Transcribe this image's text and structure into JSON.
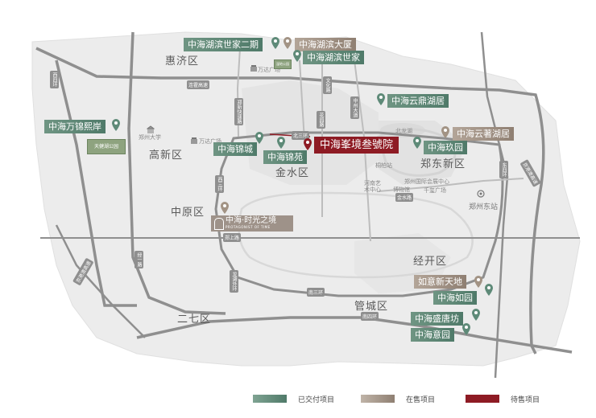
{
  "districts": {
    "huiji": "惠济区",
    "gaoxin": "高新区",
    "jinshui": "金水区",
    "zhengdong": "郑东新区",
    "zhongyuan": "中原区",
    "erqi": "二七区",
    "guancheng": "管城区",
    "jingkai": "经开区"
  },
  "places": {
    "wanda_north": "万达广场",
    "zhengzhou_university": "郑州大学",
    "wanda_west": "万达广场",
    "beilong_lake": "北龙湖",
    "tongzhi_station": "桐柏站",
    "henan_art": "河南艺术中心",
    "convention": "郑州国际会展中心",
    "qianxi": "千玺广场",
    "museum": "博物馆",
    "zhengzhou_east": "郑州东站",
    "tianjian_park": "天健湖公园",
    "park_north": "湿地公园"
  },
  "roads": {
    "lianhuo": "连霍高速",
    "beisanhuan": "北三环",
    "nansanhuan": "南三环",
    "nansihuan": "南四环",
    "jinshui_road": "金水路",
    "jingguang": "京港澳高速",
    "xisanhuan": "西三环",
    "xisihuan": "西四环",
    "dongsihuan": "东四环",
    "zhongzhou": "中州大道",
    "huayuan": "花园路",
    "wenhua": "文化路",
    "jingyi": "经一路",
    "zhengxin": "郑新快速路",
    "longhu": "龙湖外环",
    "zhengshang": "郑上路"
  },
  "projects": {
    "huibin_2": "中海湖滨世家二期",
    "huibin_dasha": "中海湖滨大厦",
    "huibin": "中海湖滨世家",
    "yunding": "中海云鼎湖居",
    "wanjin": "中海万锦熙岸",
    "yunzhu": "中海云著湖居",
    "jincheng": "中海锦城",
    "jinyuan": "中海锦苑",
    "fengjing": "中海峯境叁號院",
    "jiuyuan": "中海玖园",
    "shiguang": "中海·时光之境",
    "shiguang_en": "PROTAGONIST OF TIME",
    "ruyi_xintiandi": "如意新天地",
    "ruyuan": "中海如园",
    "shengtang": "中海盛唐坊",
    "yiyuan": "中海意园"
  },
  "legend": {
    "delivered": "已交付项目",
    "onsale": "在售项目",
    "upcoming": "待售项目"
  },
  "colors": {
    "delivered": "#5e8a78",
    "onsale": "#a29384",
    "upcoming": "#8e1b24",
    "road": "#8f8f8f",
    "land": "#ececec"
  },
  "icons": {
    "pin": "map-pin-icon",
    "university": "university-icon",
    "station": "train-station-icon"
  }
}
